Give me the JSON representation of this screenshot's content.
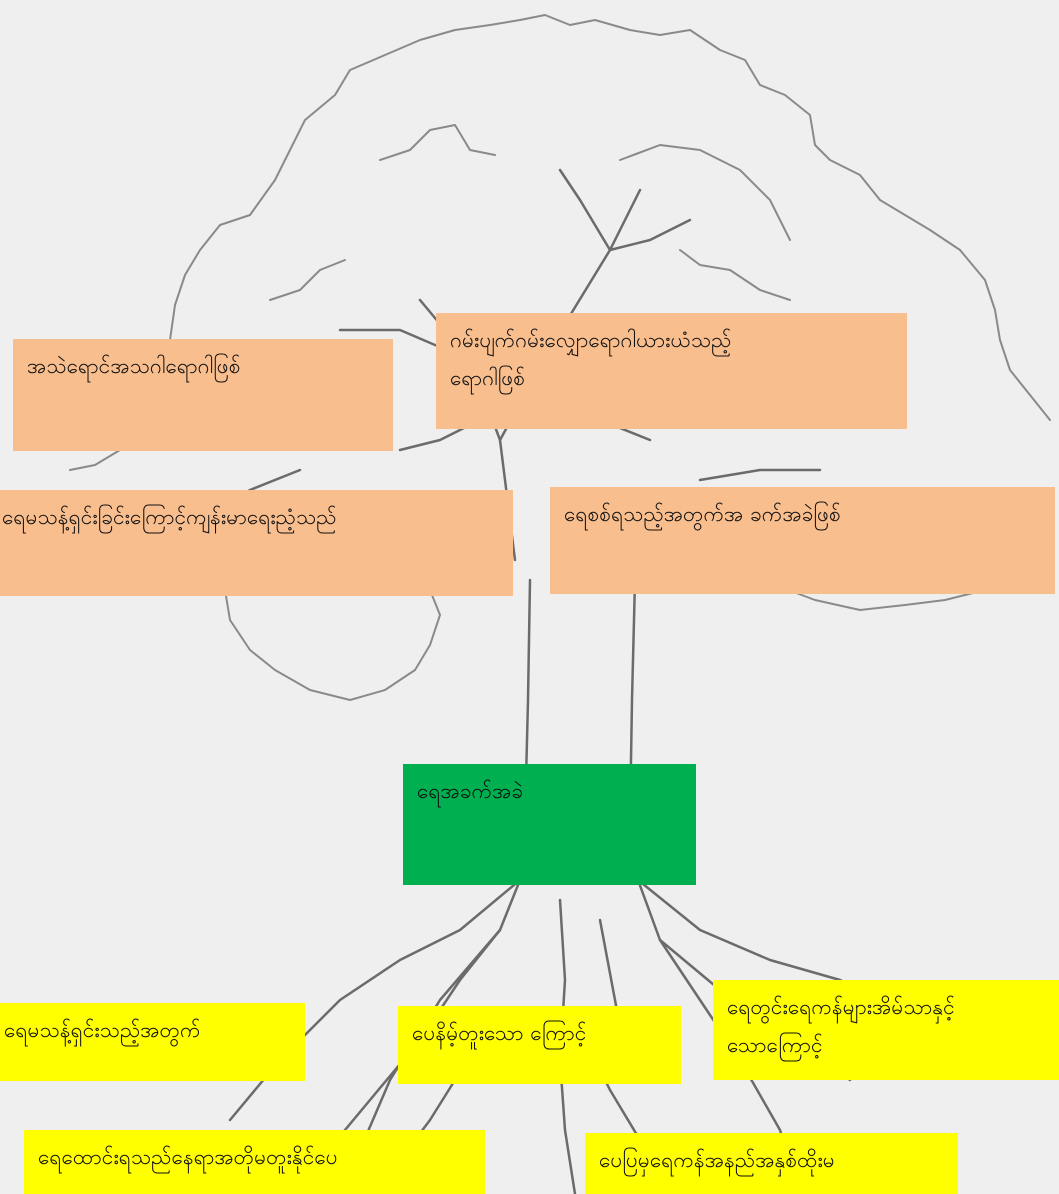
{
  "colors": {
    "paper": "#efefef",
    "pencil": "#6b6b6b",
    "effect_box": "#f9be8e",
    "problem_box": "#00b050",
    "cause_box": "#ffff00"
  },
  "problem_tree": {
    "core_problem": {
      "text": "ရေအခက်အခဲ"
    },
    "effects": [
      {
        "line1": "အသဲရောင်အသဂါရောဂါဖြစ်",
        "line2": ""
      },
      {
        "line1": "ဂမ်းပျက်ဂမ်းလျှောရောဂါယားယံသည့်",
        "line2": "ရောဂါဖြစ်"
      },
      {
        "line1": "ရေမသန့်ရှင်းခြင်းကြောင့်ကျန်းမာရေးညံ့သည်",
        "line2": ""
      },
      {
        "line1": "ရေစစ်ရသည့်အတွက်အ ခက်အခဲဖြစ်",
        "line2": ""
      }
    ],
    "causes": [
      {
        "line1": "ရေမသန့်ရှင်းသည့်အတွက်",
        "line2": ""
      },
      {
        "line1": "ပေနိမ့်တူးသော ကြောင့်",
        "line2": ""
      },
      {
        "line1": "ရေတွင်းရေကန်များအိမ်သာနှင့်",
        "line2": "သောကြောင့်"
      },
      {
        "line1": "ရေထောင်းရသည်နေရာအတိုမတူးနိုင်ပေ",
        "line2": ""
      },
      {
        "line1": "ပေပြမှရေကန်အနည်အနှစ်ထိုးမ",
        "line2": ""
      }
    ]
  }
}
